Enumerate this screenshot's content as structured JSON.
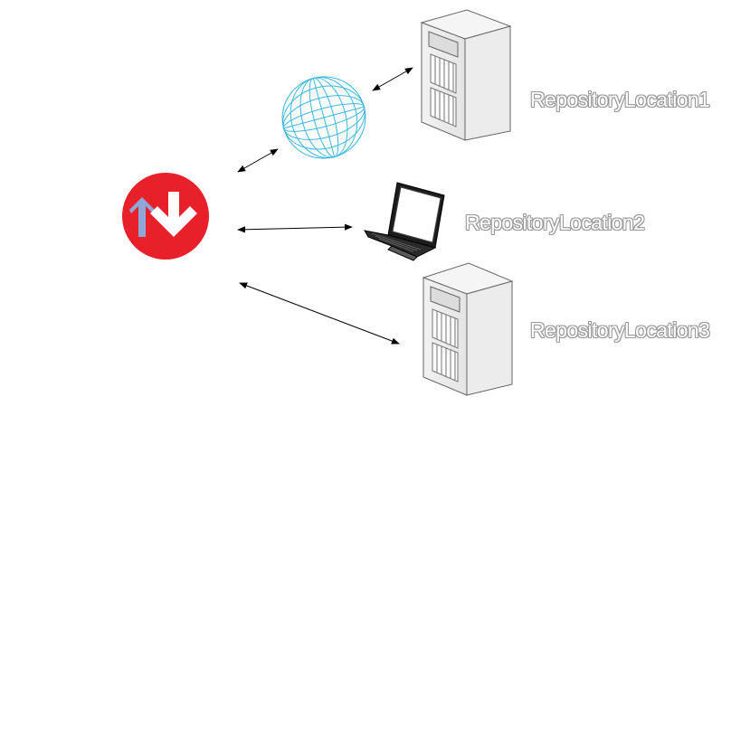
{
  "diagram": {
    "hub": {
      "icon": "sync-up-down-icon",
      "color": "#e8202a",
      "arrow_up_color": "#8fa6d8",
      "arrow_down_color": "#ffffff"
    },
    "nodes": [
      {
        "id": "internet",
        "icon": "globe-icon",
        "color": "#3ab7e0",
        "label": ""
      },
      {
        "id": "server-1",
        "icon": "server-tower-icon",
        "label": "RepositoryLocation1"
      },
      {
        "id": "laptop",
        "icon": "laptop-icon",
        "label": "RepositoryLocation2"
      },
      {
        "id": "server-3",
        "icon": "server-tower-icon",
        "label": "RepositoryLocation3"
      }
    ],
    "connections": [
      {
        "from": "hub",
        "to": "internet",
        "type": "bidirectional"
      },
      {
        "from": "internet",
        "to": "server-1",
        "type": "bidirectional"
      },
      {
        "from": "hub",
        "to": "laptop",
        "type": "bidirectional"
      },
      {
        "from": "hub",
        "to": "server-3",
        "type": "bidirectional"
      }
    ],
    "label_text_color": "#ffffff",
    "label_outline_color": "#9a9a9a"
  }
}
